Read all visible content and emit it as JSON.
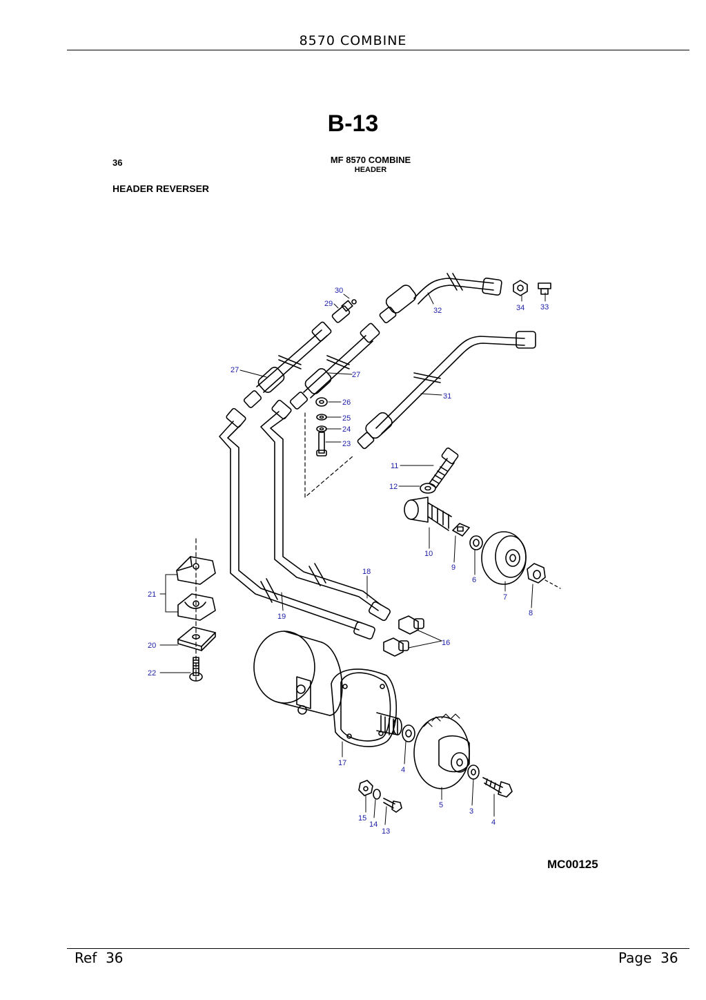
{
  "header": {
    "title": "8570 COMBINE"
  },
  "plate": {
    "code": "B-13",
    "ref_number": "36",
    "machine": "MF 8570 COMBINE",
    "group": "HEADER",
    "section": "HEADER REVERSER",
    "drawing_id": "MC00125"
  },
  "callouts": [
    {
      "id": "c30",
      "text": "30"
    },
    {
      "id": "c29",
      "text": "29"
    },
    {
      "id": "c32",
      "text": "32"
    },
    {
      "id": "c34",
      "text": "34"
    },
    {
      "id": "c33",
      "text": "33"
    },
    {
      "id": "c27a",
      "text": "27"
    },
    {
      "id": "c27b",
      "text": "27"
    },
    {
      "id": "c26",
      "text": "26"
    },
    {
      "id": "c25",
      "text": "25"
    },
    {
      "id": "c24",
      "text": "24"
    },
    {
      "id": "c23",
      "text": "23"
    },
    {
      "id": "c31",
      "text": "31"
    },
    {
      "id": "c11",
      "text": "11"
    },
    {
      "id": "c12",
      "text": "12"
    },
    {
      "id": "c10",
      "text": "10"
    },
    {
      "id": "c9",
      "text": "9"
    },
    {
      "id": "c6",
      "text": "6"
    },
    {
      "id": "c7",
      "text": "7"
    },
    {
      "id": "c8",
      "text": "8"
    },
    {
      "id": "c18",
      "text": "18"
    },
    {
      "id": "c21",
      "text": "21"
    },
    {
      "id": "c19",
      "text": "19"
    },
    {
      "id": "c16",
      "text": "16"
    },
    {
      "id": "c20",
      "text": "20"
    },
    {
      "id": "c22",
      "text": "22"
    },
    {
      "id": "c17",
      "text": "17"
    },
    {
      "id": "c4a",
      "text": "4"
    },
    {
      "id": "c5",
      "text": "5"
    },
    {
      "id": "c3",
      "text": "3"
    },
    {
      "id": "c4b",
      "text": "4"
    },
    {
      "id": "c15",
      "text": "15"
    },
    {
      "id": "c14",
      "text": "14"
    },
    {
      "id": "c13",
      "text": "13"
    }
  ],
  "footer": {
    "ref_label": "Ref",
    "ref_value": "36",
    "page_label": "Page",
    "page_value": "36"
  },
  "colors": {
    "callout": "#1a1aa8",
    "ink": "#000000"
  }
}
